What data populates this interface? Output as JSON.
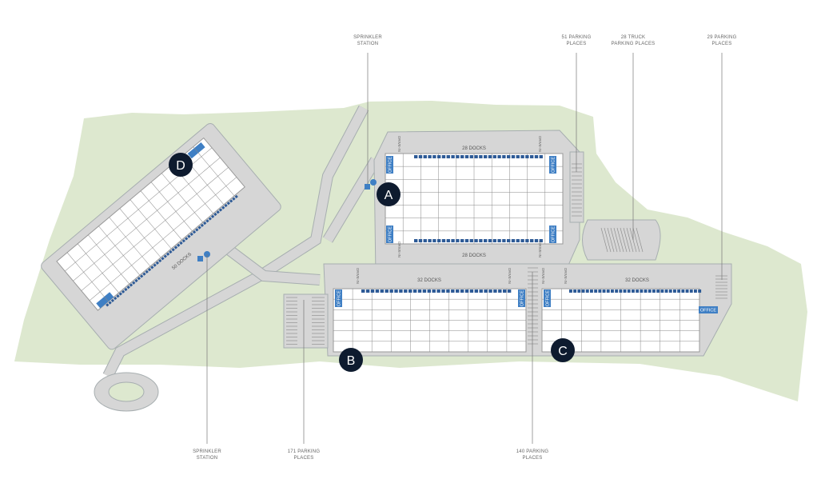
{
  "callouts": {
    "sprinkler_top": [
      "SPRINKLER",
      "STATION"
    ],
    "parking_51": [
      "51 PARKING",
      "PLACES"
    ],
    "truck_28": [
      "28 TRUCK",
      "PARKING PLACES"
    ],
    "parking_29": [
      "29 PARKING",
      "PLACES"
    ],
    "sprinkler_bottom": [
      "SPRINKLER",
      "STATION"
    ],
    "parking_171": [
      "171 PARKING",
      "PLACES"
    ],
    "parking_140": [
      "140 PARKING",
      "PLACES"
    ]
  },
  "buildings": {
    "A": {
      "letter": "A",
      "docks_top": "28 DOCKS",
      "docks_bottom": "28 DOCKS"
    },
    "B": {
      "letter": "B",
      "docks": "32 DOCKS"
    },
    "C": {
      "letter": "C",
      "docks": "32 DOCKS"
    },
    "D": {
      "letter": "D",
      "docks": "50 DOCKS"
    }
  },
  "office_label": "OFFICE",
  "drive_in_label": "DRIVE-IN",
  "colors": {
    "land": "#dde8cf",
    "road": "#d6d6d6",
    "office": "#3f7fc4",
    "dock": "#2d5a96",
    "marker": "#0e1b2f"
  }
}
